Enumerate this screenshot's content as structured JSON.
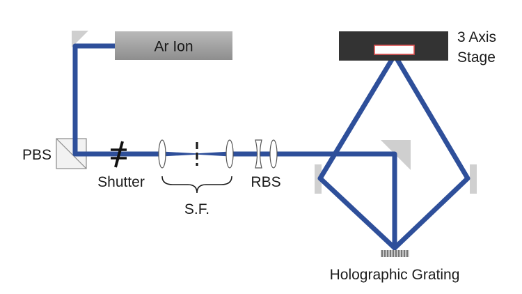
{
  "labels": {
    "laser": "Ar Ion",
    "stage_line1": "3 Axis",
    "stage_line2": "Stage",
    "pbs": "PBS",
    "shutter": "Shutter",
    "spatial_filter": "S.F.",
    "rbs": "RBS",
    "grating": "Holographic Grating"
  },
  "colors": {
    "beam": "#2e4f9a",
    "stage": "#333333",
    "sample": "#e05050",
    "optic": "#cccccc"
  }
}
